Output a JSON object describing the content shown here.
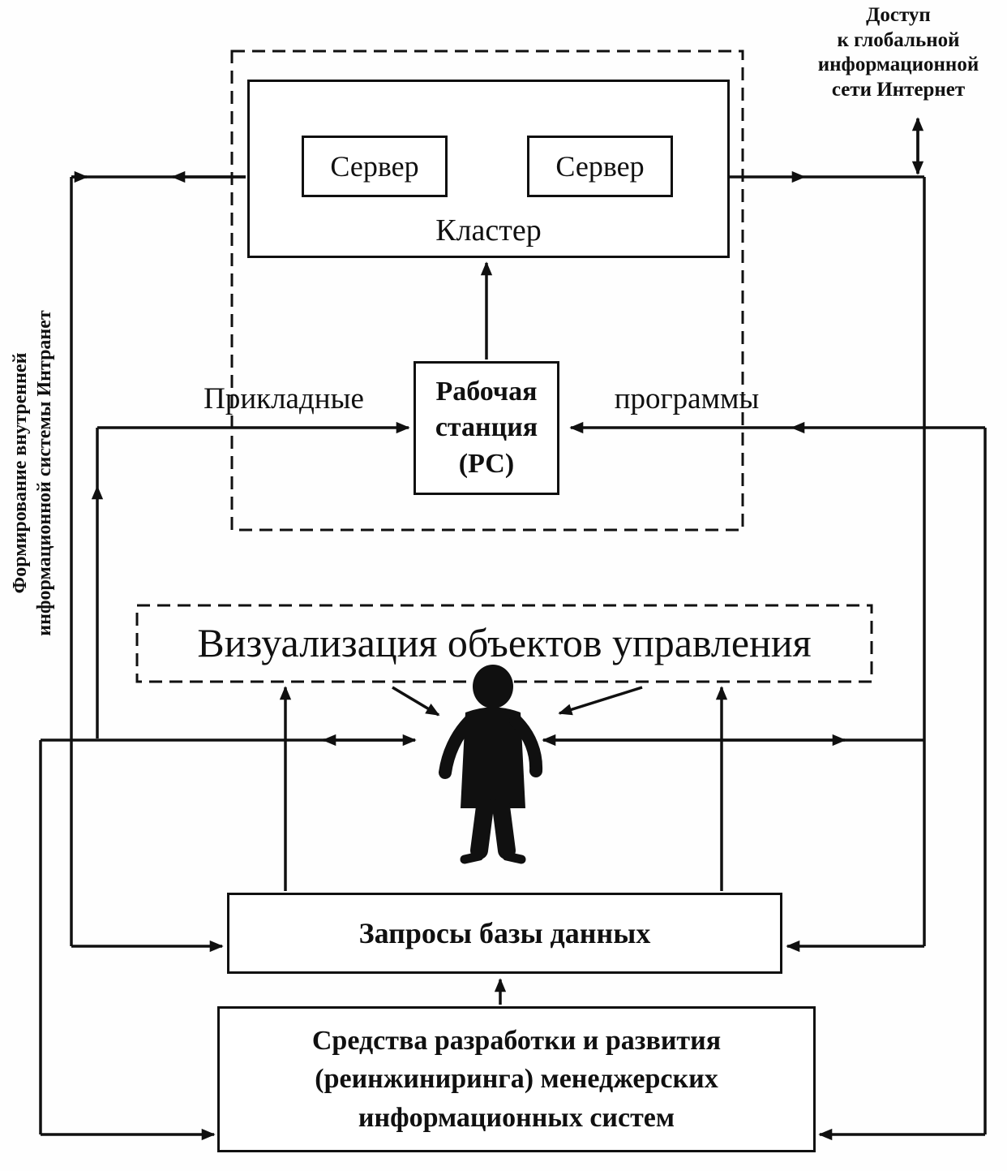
{
  "colors": {
    "ink": "#101010",
    "paper": "#fefefe"
  },
  "icons": {
    "person": "person-silhouette",
    "arrows": "black-triangle-arrowheads"
  },
  "cluster": {
    "label": "Кластер",
    "server_left": "Сервер",
    "server_right": "Сервер"
  },
  "workstation": {
    "label": "Рабочая\nстанция\n(РС)"
  },
  "applications": {
    "left": "Прикладные",
    "right": "программы"
  },
  "visualization": {
    "label": "Визуализация объектов управления"
  },
  "queries": {
    "label": "Запросы базы данных"
  },
  "dev_tools": {
    "label": "Средства разработки и развития\n(реинжиниринга) менеджерских\nинформационных систем"
  },
  "internet": {
    "label": "Доступ\nк глобальной\nинформационной\nсети Интернет"
  },
  "intranet": {
    "label": "Формирование внутренней\nинформационной системы Интранет"
  }
}
